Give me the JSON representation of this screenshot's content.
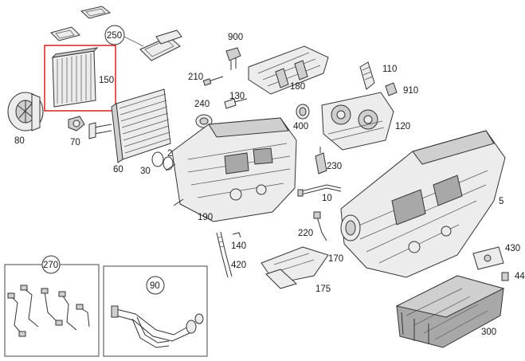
{
  "diagram": {
    "labels": [
      {
        "id": "250",
        "text": "250"
      },
      {
        "id": "150",
        "text": "150"
      },
      {
        "id": "80",
        "text": "80"
      },
      {
        "id": "70",
        "text": "70"
      },
      {
        "id": "60",
        "text": "60"
      },
      {
        "id": "30",
        "text": "30"
      },
      {
        "id": "20",
        "text": "20"
      },
      {
        "id": "240",
        "text": "240"
      },
      {
        "id": "210",
        "text": "210"
      },
      {
        "id": "900",
        "text": "900"
      },
      {
        "id": "130",
        "text": "130"
      },
      {
        "id": "180",
        "text": "180"
      },
      {
        "id": "400",
        "text": "400"
      },
      {
        "id": "110",
        "text": "110"
      },
      {
        "id": "910",
        "text": "910"
      },
      {
        "id": "120",
        "text": "120"
      },
      {
        "id": "190",
        "text": "190"
      },
      {
        "id": "230",
        "text": "230"
      },
      {
        "id": "10",
        "text": "10"
      },
      {
        "id": "220",
        "text": "220"
      },
      {
        "id": "5",
        "text": "5"
      },
      {
        "id": "140",
        "text": "140"
      },
      {
        "id": "420",
        "text": "420"
      },
      {
        "id": "170",
        "text": "170"
      },
      {
        "id": "175",
        "text": "175"
      },
      {
        "id": "430",
        "text": "430"
      },
      {
        "id": "44",
        "text": "44"
      },
      {
        "id": "300",
        "text": "300"
      },
      {
        "id": "270",
        "text": "270"
      },
      {
        "id": "90",
        "text": "90"
      }
    ]
  },
  "colors": {
    "highlight": "#d62020",
    "ink": "#333333"
  }
}
